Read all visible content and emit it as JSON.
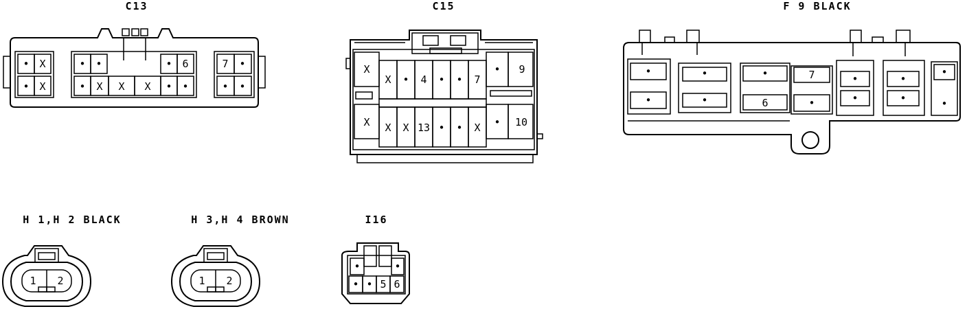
{
  "connectors": {
    "c13": {
      "title": "C13",
      "top": [
        "•",
        "X",
        "•",
        "•",
        "",
        "",
        "",
        "•",
        "6",
        "7",
        "•"
      ],
      "bottom": [
        "•",
        "X",
        "•",
        "X",
        "X",
        "X",
        "•",
        "•",
        "•",
        "•"
      ]
    },
    "c15": {
      "title": "C15",
      "upper": [
        "X",
        "X",
        "•",
        "4",
        "•",
        "•",
        "7",
        "•",
        "9"
      ],
      "lower": [
        "X",
        "X",
        "X",
        "13",
        "•",
        "•",
        "X",
        "•",
        "10"
      ]
    },
    "f9": {
      "title": "F 9 BLACK",
      "upper": [
        "•",
        "•",
        "•",
        "7",
        "•",
        "•",
        "•"
      ],
      "lower": [
        "•",
        "•",
        "6",
        "•",
        "•",
        "•",
        "•"
      ]
    },
    "h1h2": {
      "title": "H 1,H 2 BLACK",
      "pins": [
        "1",
        "2"
      ]
    },
    "h3h4": {
      "title": "H 3,H 4 BROWN",
      "pins": [
        "1",
        "2"
      ]
    },
    "i16": {
      "title": "I16",
      "pins": [
        "•",
        "•",
        "•",
        "•",
        "5",
        "6"
      ]
    }
  }
}
